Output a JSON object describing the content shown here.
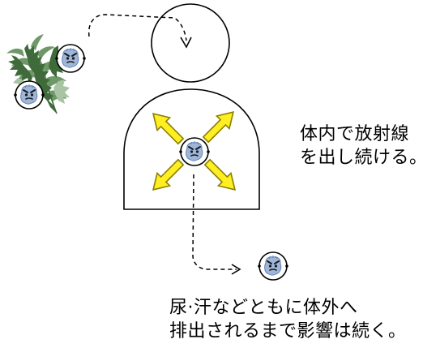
{
  "caption_right": {
    "line1": "体内で放射線",
    "line2": "を出し続ける。"
  },
  "caption_bottom": {
    "line1": "尿·汗などともに体外へ",
    "line2": "排出されるまで影響は続く。"
  },
  "colors": {
    "outline": "#000000",
    "arrow_fill": "#ffee22",
    "arrow_stroke": "#8a7f00",
    "leaf_dark": "#3f6a3a",
    "leaf_mid": "#6f9868",
    "leaf_light": "#a9c4a2",
    "particle_face": "#9fb6d9",
    "particle_face_dark": "#5d7fb5"
  },
  "icons": {
    "plant": "herb-plant-icon",
    "particle": "radioactive-particle-face-icon",
    "emission_arrow": "radiation-arrow-icon"
  }
}
